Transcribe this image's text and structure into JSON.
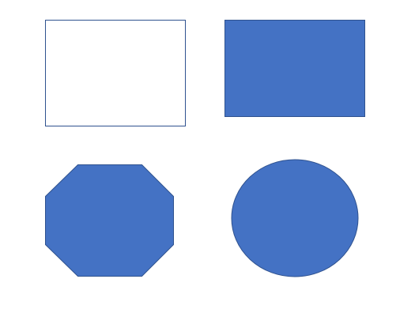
{
  "canvas": {
    "background": "#ffffff"
  },
  "colors": {
    "fill": "#4472C4",
    "stroke": "#2F528F",
    "outline_only_fill": "#ffffff"
  },
  "shapes": [
    {
      "name": "outlined-rectangle",
      "kind": "rectangle",
      "style": "outline"
    },
    {
      "name": "filled-rectangle",
      "kind": "rectangle",
      "style": "filled"
    },
    {
      "name": "octagon",
      "kind": "octagon",
      "style": "filled"
    },
    {
      "name": "ellipse",
      "kind": "ellipse",
      "style": "filled"
    }
  ]
}
